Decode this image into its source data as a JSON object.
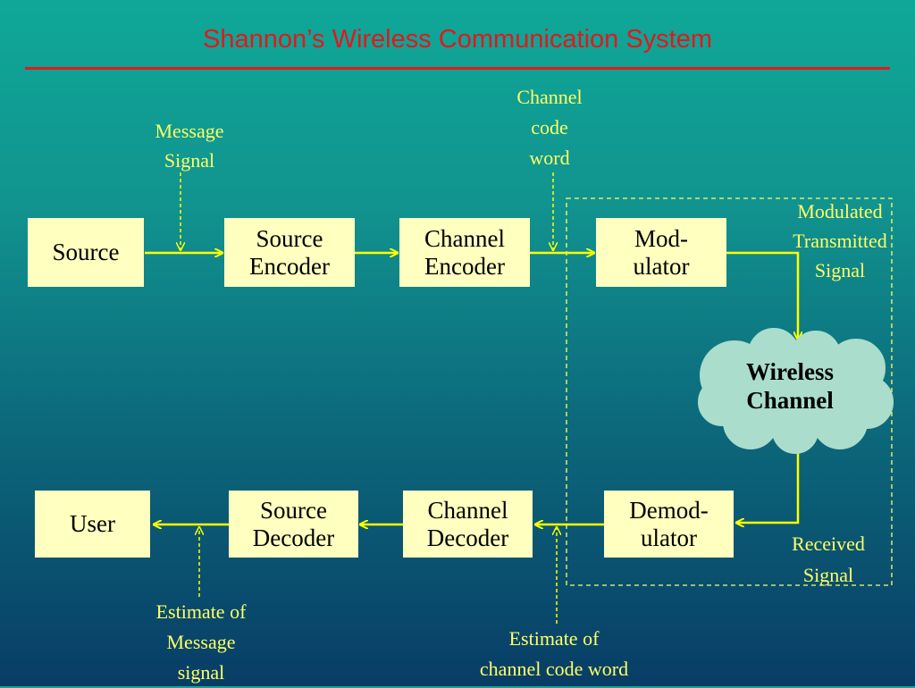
{
  "title": "Shannon’s Wireless Communication System",
  "colors": {
    "title": "#e0191b",
    "box_fill": "#ffffc0",
    "label": "#ffff66",
    "arrow": "#ffff00",
    "cloud_fill": "#aaddcc",
    "dashed_frame": "#ffff66"
  },
  "blocks": {
    "source": "Source",
    "source_encoder": [
      "Source",
      "Encoder"
    ],
    "channel_encoder": [
      "Channel",
      "Encoder"
    ],
    "modulator": [
      "Mod-",
      "ulator"
    ],
    "wireless_channel": [
      "Wireless",
      "Channel"
    ],
    "demodulator": [
      "Demod-",
      "ulator"
    ],
    "channel_decoder": [
      "Channel",
      "Decoder"
    ],
    "source_decoder": [
      "Source",
      "Decoder"
    ],
    "user": "User"
  },
  "signals": {
    "message_signal": [
      "Message",
      "Signal"
    ],
    "channel_code_word": [
      "Channel",
      "code",
      "word"
    ],
    "modulated_signal": [
      "Modulated",
      "Transmitted",
      "Signal"
    ],
    "received_signal": [
      "Received",
      "Signal"
    ],
    "estimate_channel_code_word": [
      "Estimate of",
      "channel code word"
    ],
    "estimate_message_signal": [
      "Estimate of",
      "Message",
      "signal"
    ]
  }
}
